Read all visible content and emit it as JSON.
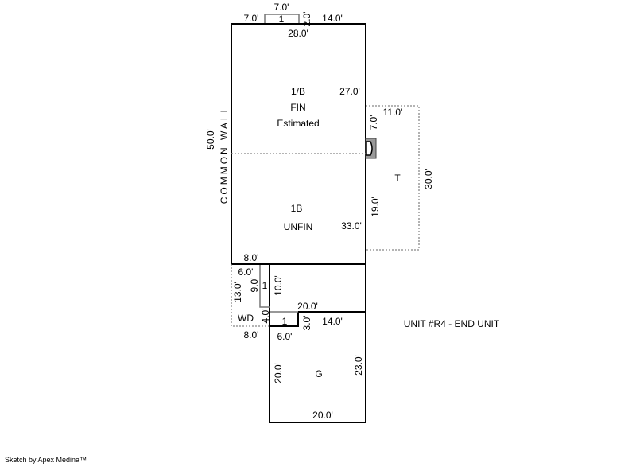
{
  "sketch": {
    "top_bump": {
      "width": "7.0'",
      "depth": "2.0'",
      "label": "1"
    },
    "main": {
      "top_left": "7.0'",
      "top_right": "14.0'",
      "width": "28.0'",
      "left_wall": "50.0'",
      "common_wall": "COMMON WALL",
      "upper": {
        "code": "1/B",
        "type": "FIN",
        "note": "Estimated",
        "right": "27.0'"
      },
      "lower": {
        "code": "1B",
        "type": "UNFIN",
        "right": "33.0'"
      }
    },
    "deck": {
      "label": "T",
      "width": "11.0'",
      "length": "30.0'",
      "offset_top": "7.0'",
      "offset_lower": "19.0'"
    },
    "stoop": {
      "label": "1",
      "width": "8.0'",
      "inner": "6.0'",
      "depth1": "9.0'",
      "depth2": "10.0'"
    },
    "wood_deck": {
      "label": "WD",
      "depth": "13.0'",
      "bottom": "8.0'",
      "small": "4.0'"
    },
    "entry": {
      "label": "1",
      "width": "6.0'",
      "depth": "3.0'"
    },
    "garage": {
      "label": "G",
      "top": "20.0'",
      "top_right": "14.0'",
      "left": "20.0'",
      "right": "23.0'",
      "bottom": "20.0'"
    },
    "unit_label": "UNIT #R4 - END UNIT"
  },
  "credit": "Sketch by Apex Medina™"
}
